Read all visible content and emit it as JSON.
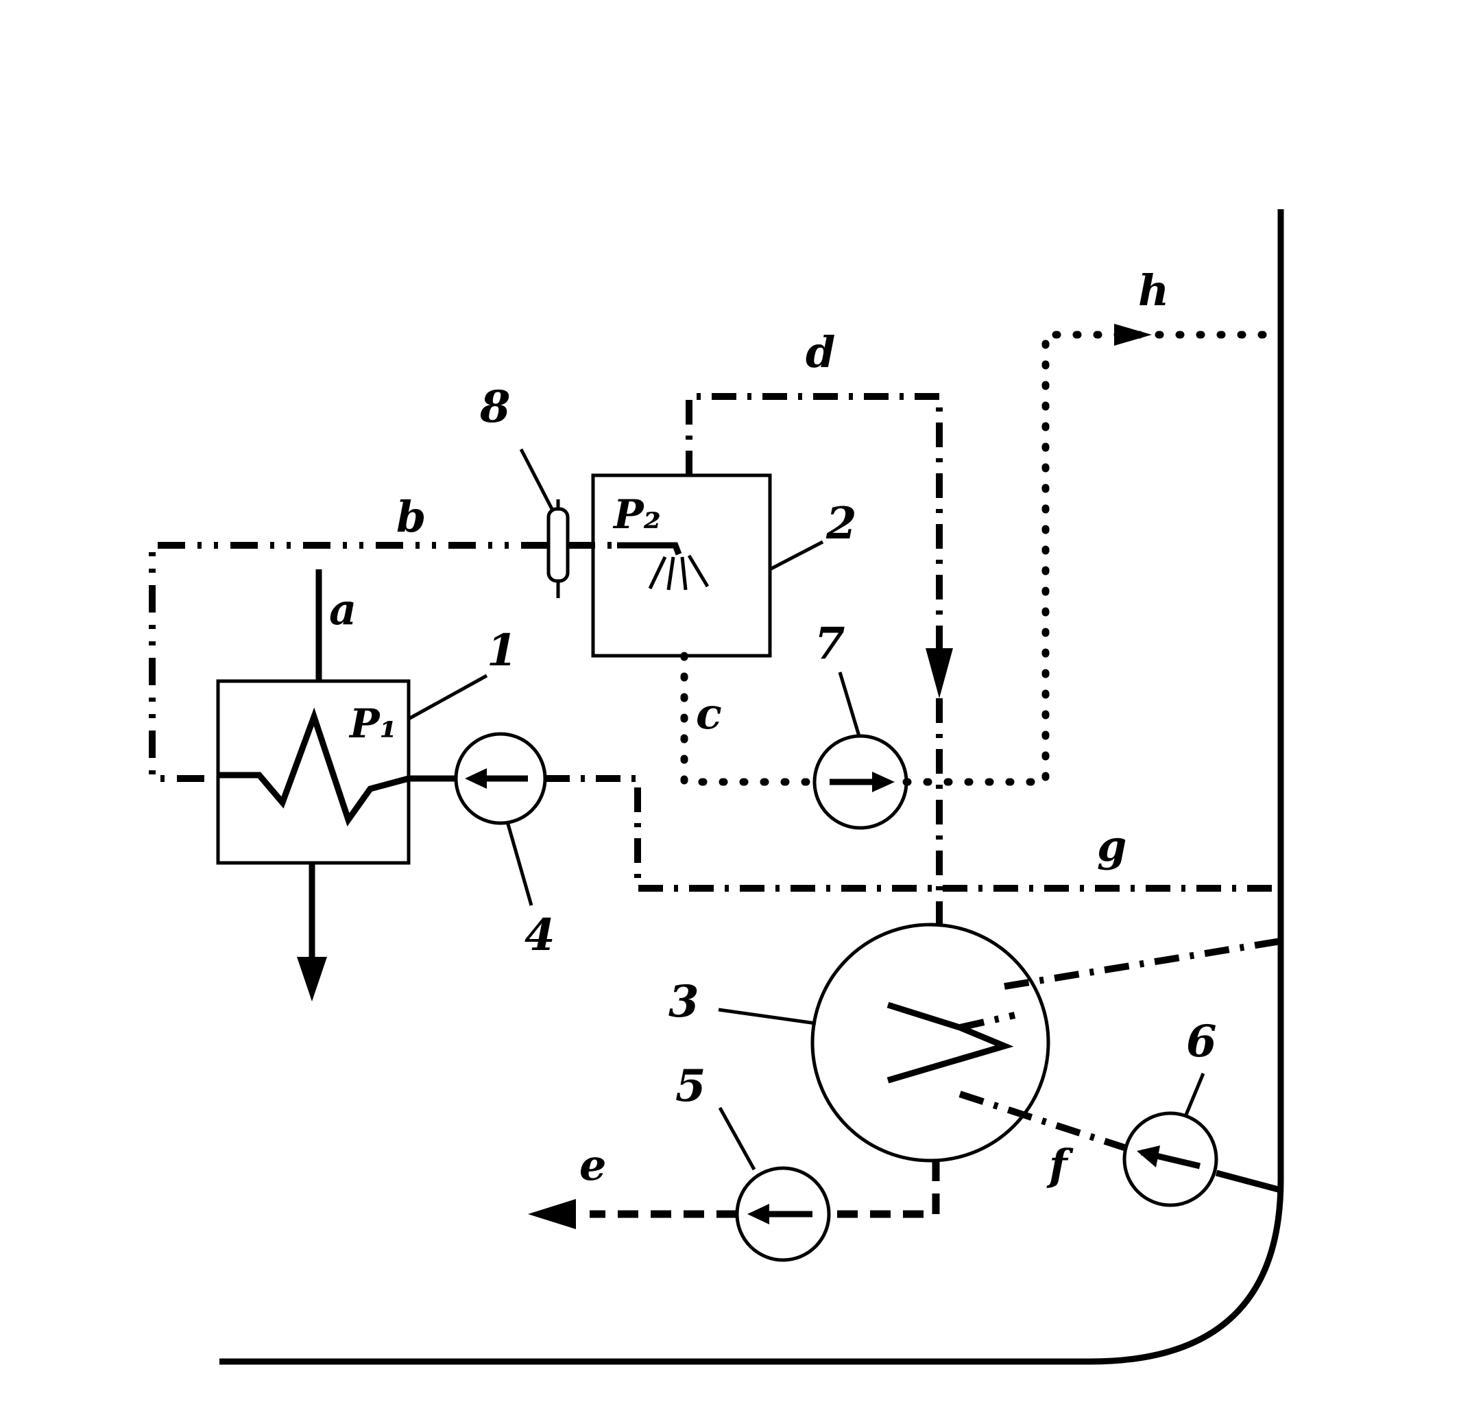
{
  "stream_labels": {
    "a": "a",
    "b": "b",
    "c": "c",
    "d": "d",
    "e": "e",
    "f": "f",
    "g": "g",
    "h": "h"
  },
  "component_numbers": {
    "n1": "1",
    "n2": "2",
    "n3": "3",
    "n4": "4",
    "n5": "5",
    "n6": "6",
    "n7": "7",
    "n8": "8"
  },
  "pressure_labels": {
    "p1": "P₁",
    "p2": "P₂"
  }
}
